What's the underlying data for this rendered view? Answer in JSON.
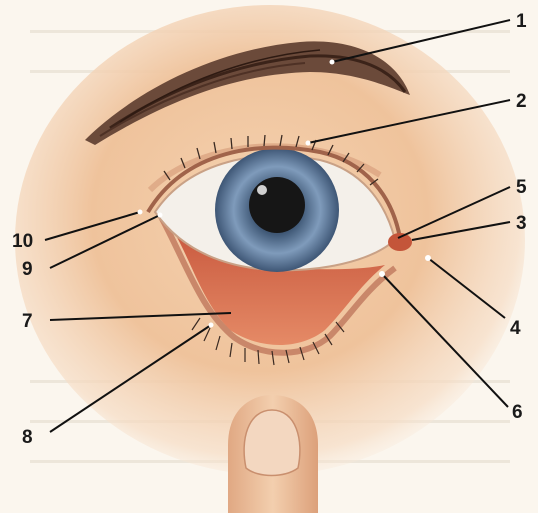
{
  "labels": [
    {
      "id": "1",
      "text": "1"
    },
    {
      "id": "2",
      "text": "2"
    },
    {
      "id": "3",
      "text": "3"
    },
    {
      "id": "4",
      "text": "4"
    },
    {
      "id": "5",
      "text": "5"
    },
    {
      "id": "6",
      "text": "6"
    },
    {
      "id": "7",
      "text": "7"
    },
    {
      "id": "8",
      "text": "8"
    },
    {
      "id": "9",
      "text": "9"
    },
    {
      "id": "10",
      "text": "10"
    }
  ],
  "colors": {
    "background": "#fbf6ee",
    "skin": "#f1c7a3",
    "eyebrow": "#4a3026",
    "sclera": "#f4f0ea",
    "iris": "#6f8cac",
    "pupil": "#161616",
    "conjunctiva": "#d9704c",
    "leader": "#111111"
  }
}
